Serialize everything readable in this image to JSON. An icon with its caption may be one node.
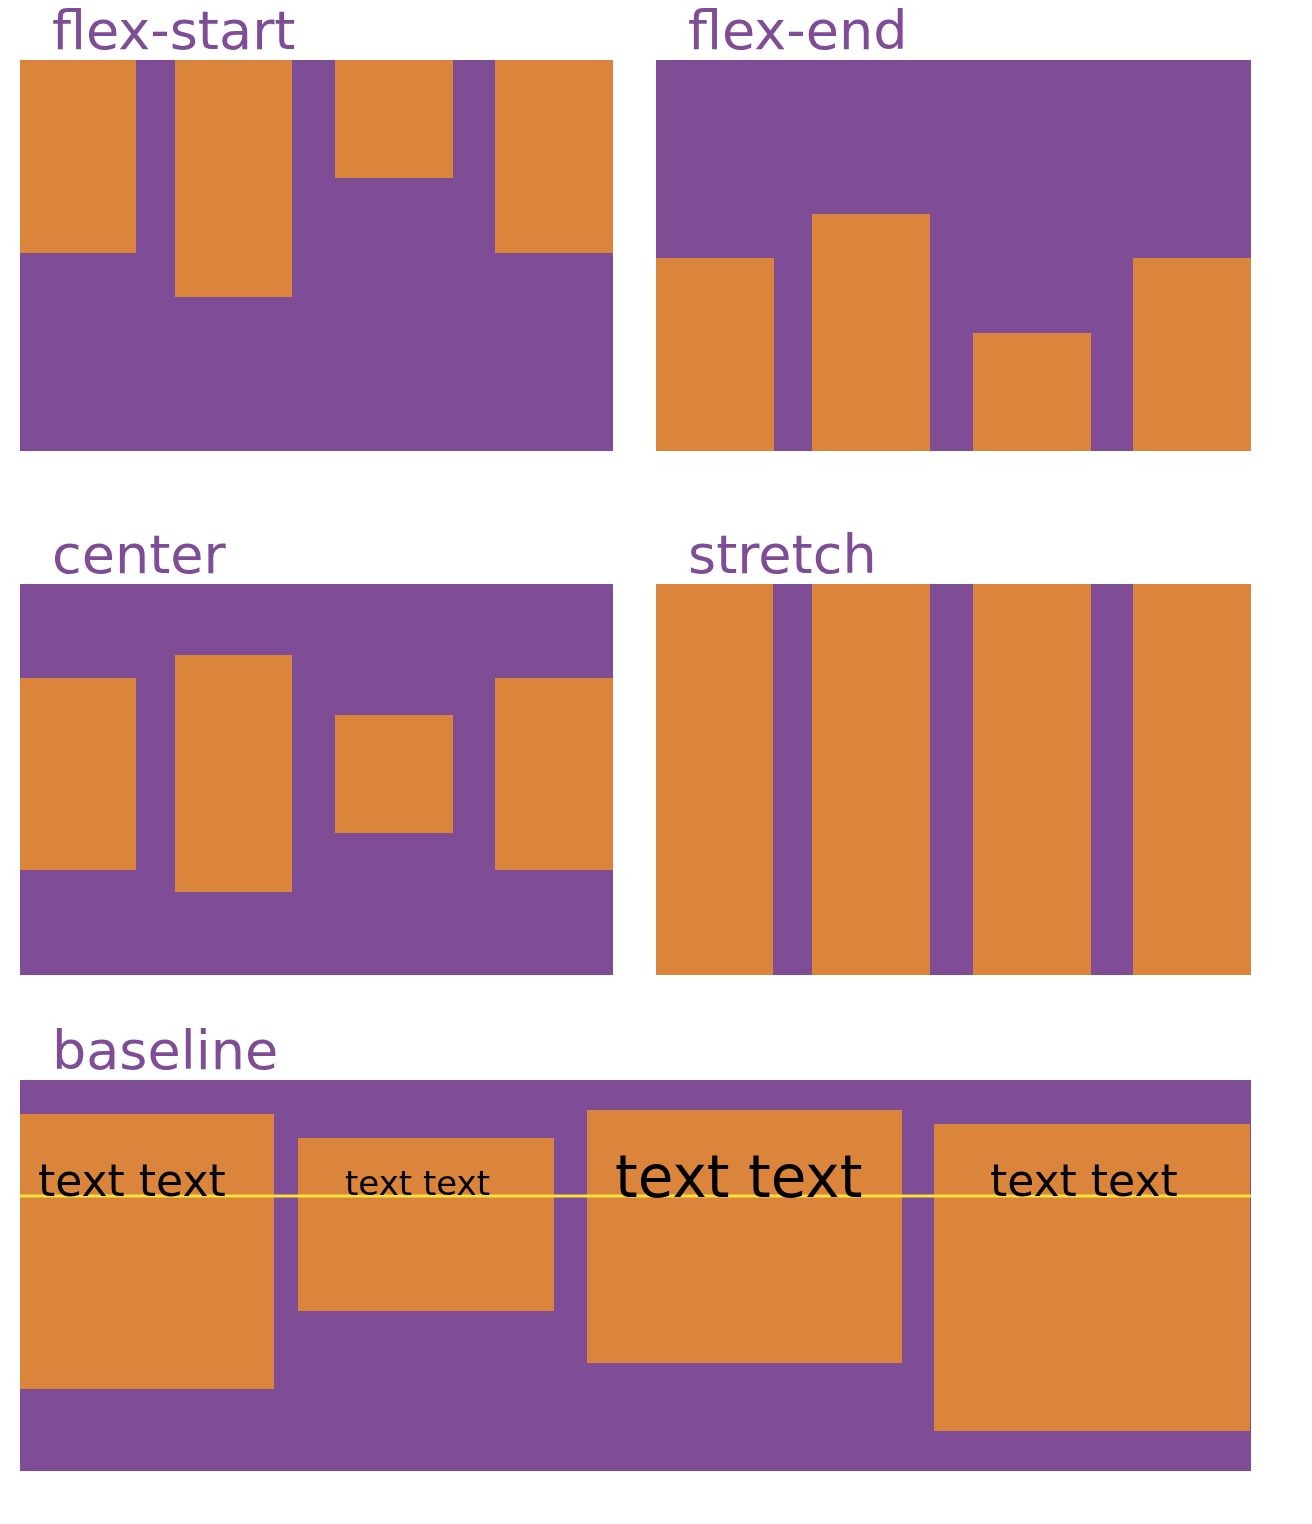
{
  "diagram": {
    "nodes": [
      {
        "text": [
          "flex-start"
        ]
      },
      {
        "text": [],
        "shape": "box",
        "in": 0
      },
      {
        "text": [],
        "shape": "box",
        "in": 0
      },
      {
        "text": [],
        "shape": "box",
        "in": 0
      },
      {
        "text": [],
        "shape": "box",
        "in": 0
      },
      {
        "text": [
          "flex-end"
        ]
      },
      {
        "text": [],
        "shape": "box",
        "in": 5
      },
      {
        "text": [],
        "shape": "box",
        "in": 5
      },
      {
        "text": [],
        "shape": "box",
        "in": 5
      },
      {
        "text": [],
        "shape": "box",
        "in": 5
      },
      {
        "text": [
          "center"
        ]
      },
      {
        "text": [],
        "shape": "box",
        "in": 10
      },
      {
        "text": [],
        "shape": "box",
        "in": 10
      },
      {
        "text": [],
        "shape": "box",
        "in": 10
      },
      {
        "text": [],
        "shape": "box",
        "in": 10
      },
      {
        "text": [
          "stretch"
        ]
      },
      {
        "text": [],
        "shape": "box",
        "in": 15
      },
      {
        "text": [],
        "shape": "box",
        "in": 15
      },
      {
        "text": [],
        "shape": "box",
        "in": 15
      },
      {
        "text": [],
        "shape": "box",
        "in": 15
      },
      {
        "text": [
          "baseline"
        ]
      },
      {
        "text": [
          "text text"
        ],
        "in": 20
      },
      {
        "text": [
          "text text"
        ],
        "in": 20
      },
      {
        "text": [
          "text text"
        ],
        "in": 20
      },
      {
        "text": [
          "text text"
        ],
        "in": 20
      }
    ]
  }
}
